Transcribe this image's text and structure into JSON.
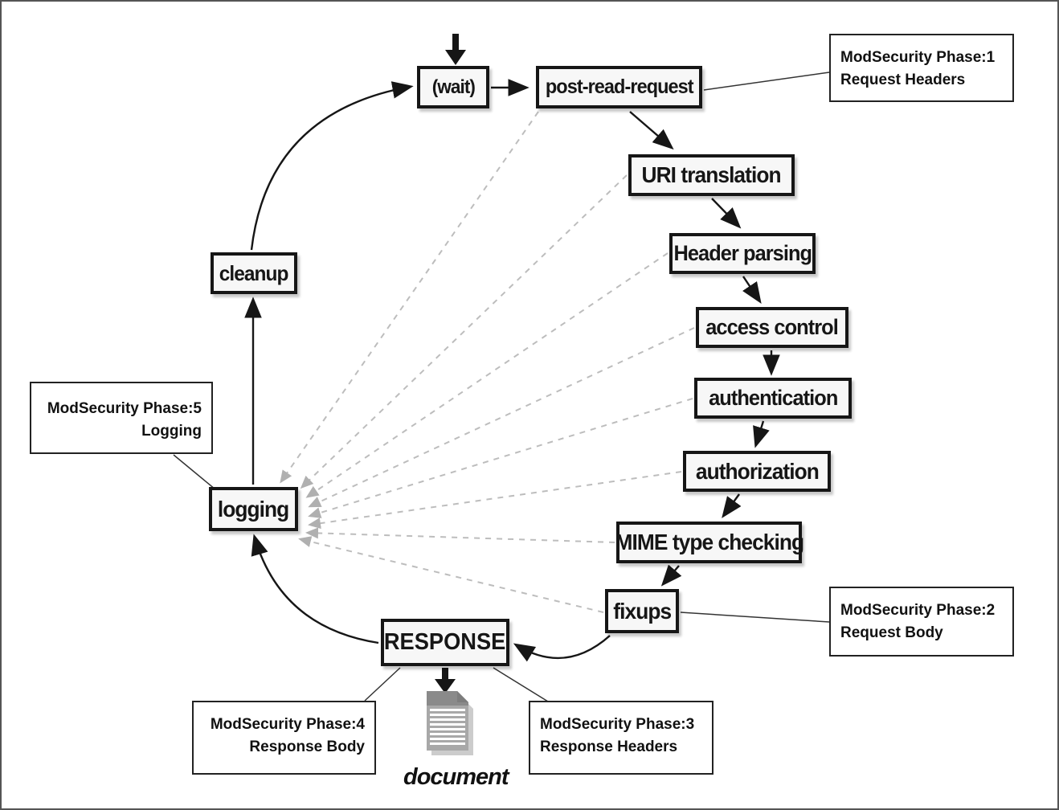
{
  "diagram": {
    "title_implicit": "Apache request cycle with ModSecurity phases",
    "stages": [
      {
        "id": "wait",
        "label": "(wait)"
      },
      {
        "id": "post-read-request",
        "label": "post-read-request"
      },
      {
        "id": "uri-translation",
        "label": "URI translation"
      },
      {
        "id": "header-parsing",
        "label": "Header parsing"
      },
      {
        "id": "access-control",
        "label": "access control"
      },
      {
        "id": "authentication",
        "label": "authentication"
      },
      {
        "id": "authorization",
        "label": "authorization"
      },
      {
        "id": "mime-type-checking",
        "label": "MIME type checking"
      },
      {
        "id": "fixups",
        "label": "fixups"
      },
      {
        "id": "response",
        "label": "RESPONSE"
      },
      {
        "id": "logging",
        "label": "logging"
      },
      {
        "id": "cleanup",
        "label": "cleanup"
      }
    ],
    "annotations": [
      {
        "id": "phase1",
        "line1": "ModSecurity Phase:1",
        "line2": "Request Headers",
        "attached_to": "post-read-request"
      },
      {
        "id": "phase2",
        "line1": "ModSecurity Phase:2",
        "line2": "Request Body",
        "attached_to": "fixups"
      },
      {
        "id": "phase3",
        "line1": "ModSecurity Phase:3",
        "line2": "Response Headers",
        "attached_to": "response"
      },
      {
        "id": "phase4",
        "line1": "ModSecurity Phase:4",
        "line2": "Response Body",
        "attached_to": "response"
      },
      {
        "id": "phase5",
        "line1": "ModSecurity Phase:5",
        "line2": "Logging",
        "attached_to": "logging"
      }
    ],
    "document_label": "document",
    "flow": [
      "(wait)",
      "post-read-request",
      "URI translation",
      "Header parsing",
      "access control",
      "authentication",
      "authorization",
      "MIME type checking",
      "fixups",
      "RESPONSE",
      "logging",
      "cleanup",
      "(wait)"
    ],
    "dashed_links_to_logging": [
      "post-read-request",
      "URI translation",
      "Header parsing",
      "access control",
      "authentication",
      "authorization",
      "MIME type checking",
      "fixups"
    ],
    "colors": {
      "solid_line": "#161616",
      "dashed_line": "#bdbdbd",
      "dashed_arrowhead": "#b0b0b0",
      "stage_fill": "#f7f7f7",
      "border": "#555555",
      "doc_page": "#a8a8a8",
      "doc_band": "#8a8a8a",
      "doc_shadow": "#cccccc"
    }
  }
}
